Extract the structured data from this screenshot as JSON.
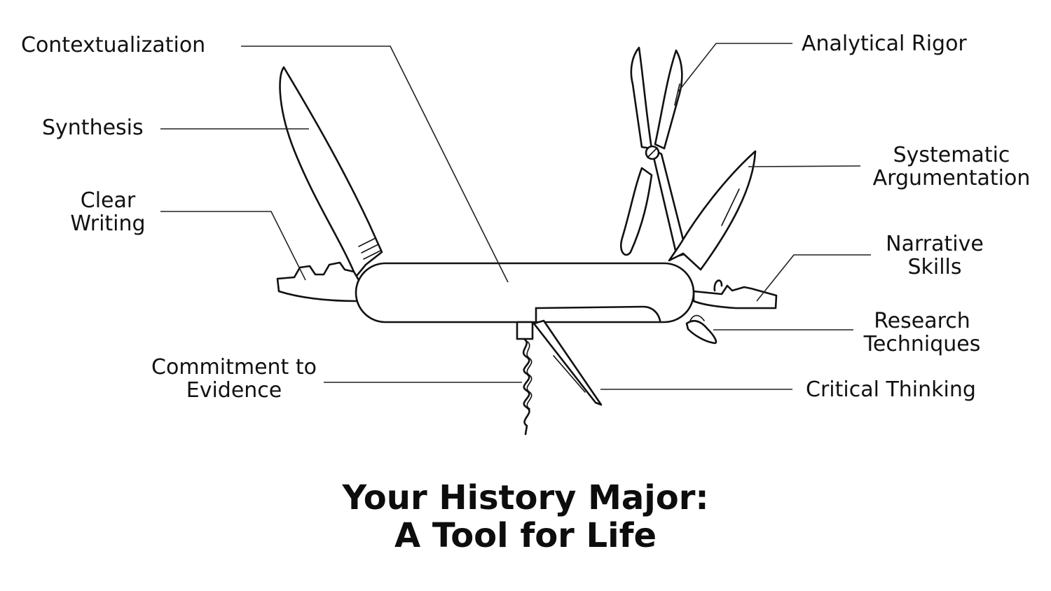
{
  "labels": {
    "contextualization": "Contextualization",
    "synthesis": "Synthesis",
    "clear_writing": [
      "Clear",
      "Writing"
    ],
    "commitment_to_evidence": [
      "Commitment to",
      "Evidence"
    ],
    "analytical_rigor": "Analytical Rigor",
    "systematic_argumentation": [
      "Systematic",
      "Argumentation"
    ],
    "narrative_skills": [
      "Narrative",
      "Skills"
    ],
    "research_techniques": [
      "Research",
      "Techniques"
    ],
    "critical_thinking": "Critical Thinking"
  },
  "title": {
    "line1": "Your History Major:",
    "line2": "A Tool for Life"
  },
  "colors": {
    "ink": "#111111",
    "background": "#ffffff"
  }
}
